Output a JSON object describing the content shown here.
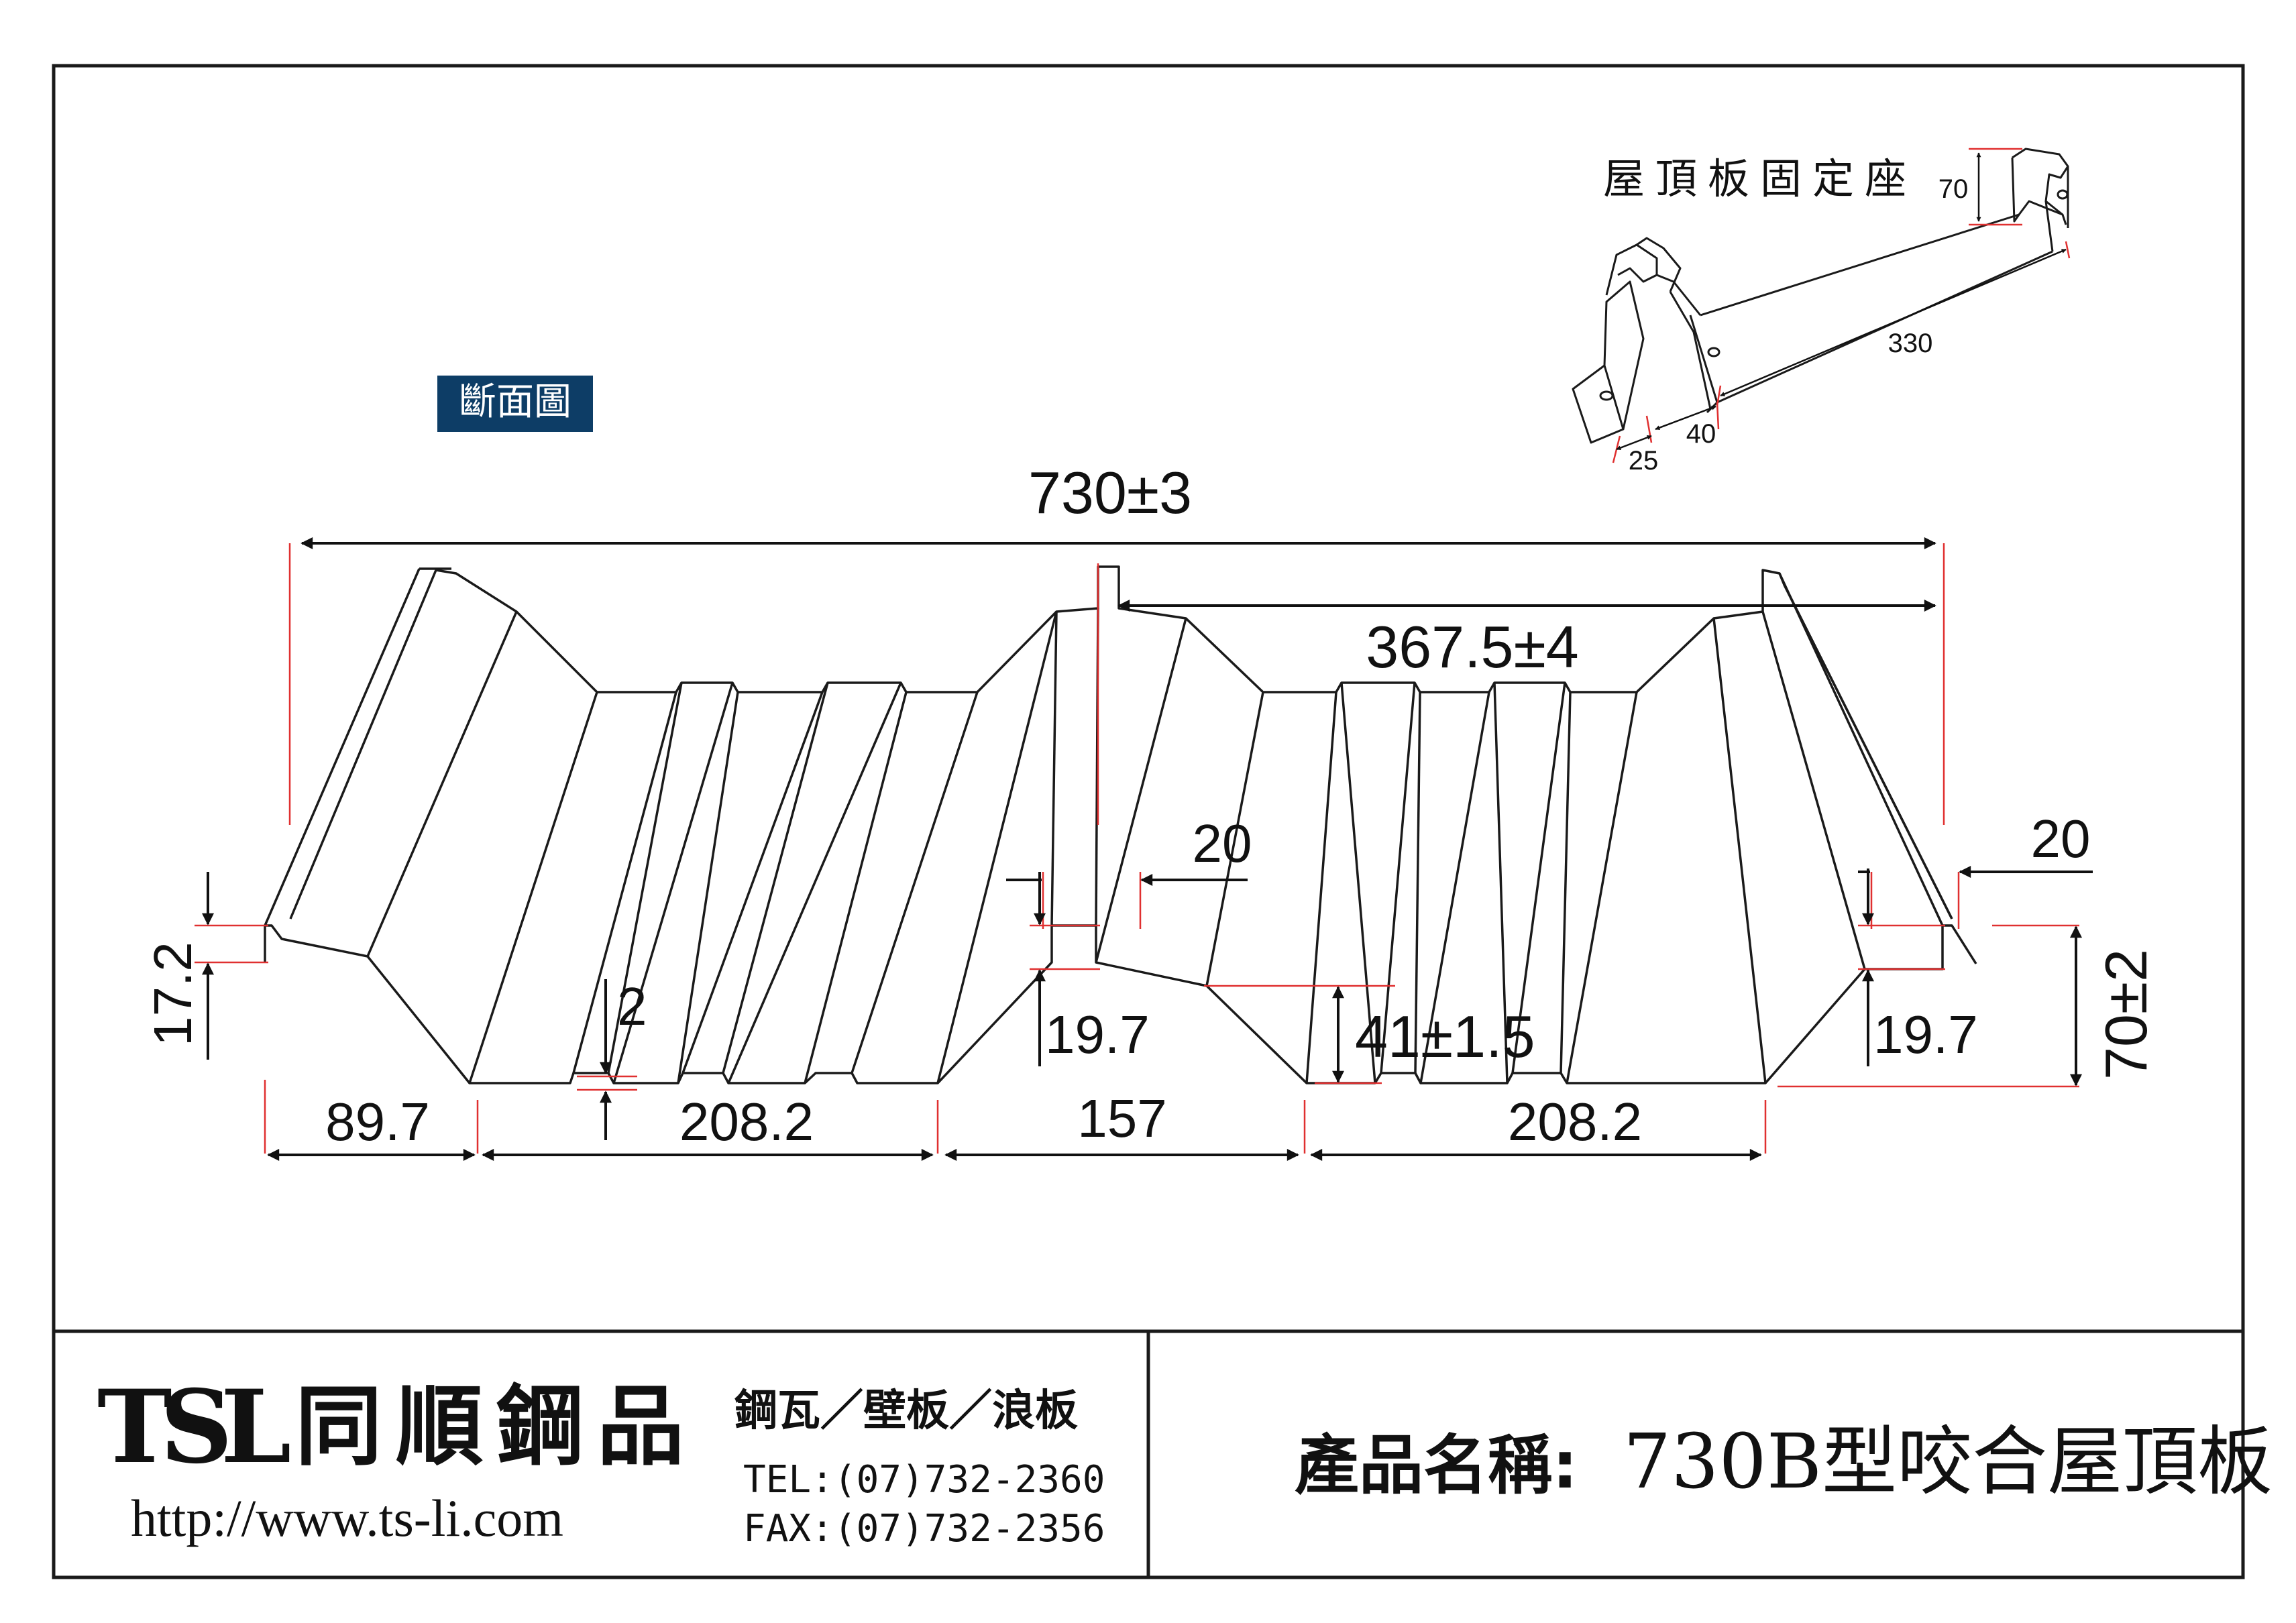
{
  "section_label": "斷面圖",
  "bracket": {
    "title": "屋頂板固定座",
    "dim_height": "70",
    "dim_length": "330",
    "dim_mid": "40",
    "dim_base": "25"
  },
  "dimensions": {
    "total_width": "730±3",
    "half_width": "367.5±4",
    "flange_left": "20",
    "flange_right": "20",
    "edge_height": "17.2",
    "thickness": "2",
    "step_left": "19.7",
    "rib_depth": "41±1.5",
    "step_right": "19.7",
    "total_height": "70±2",
    "seg_1": "89.7",
    "seg_2": "208.2",
    "seg_3": "157",
    "seg_4": "208.2"
  },
  "footer": {
    "logo": "TSL",
    "company": "同順鋼品",
    "products": "鋼瓦／壁板／浪板",
    "tel": "TEL:(07)732-2360",
    "fax": "FAX:(07)732-2356",
    "url": "http://www.ts-li.com",
    "product_name_label": "產品名稱:",
    "product_name_value": "730B型咬合屋頂板"
  },
  "colors": {
    "outline": "#1a1a1a",
    "dim_red": "#e03030",
    "badge_bg": "#0d3d66"
  }
}
